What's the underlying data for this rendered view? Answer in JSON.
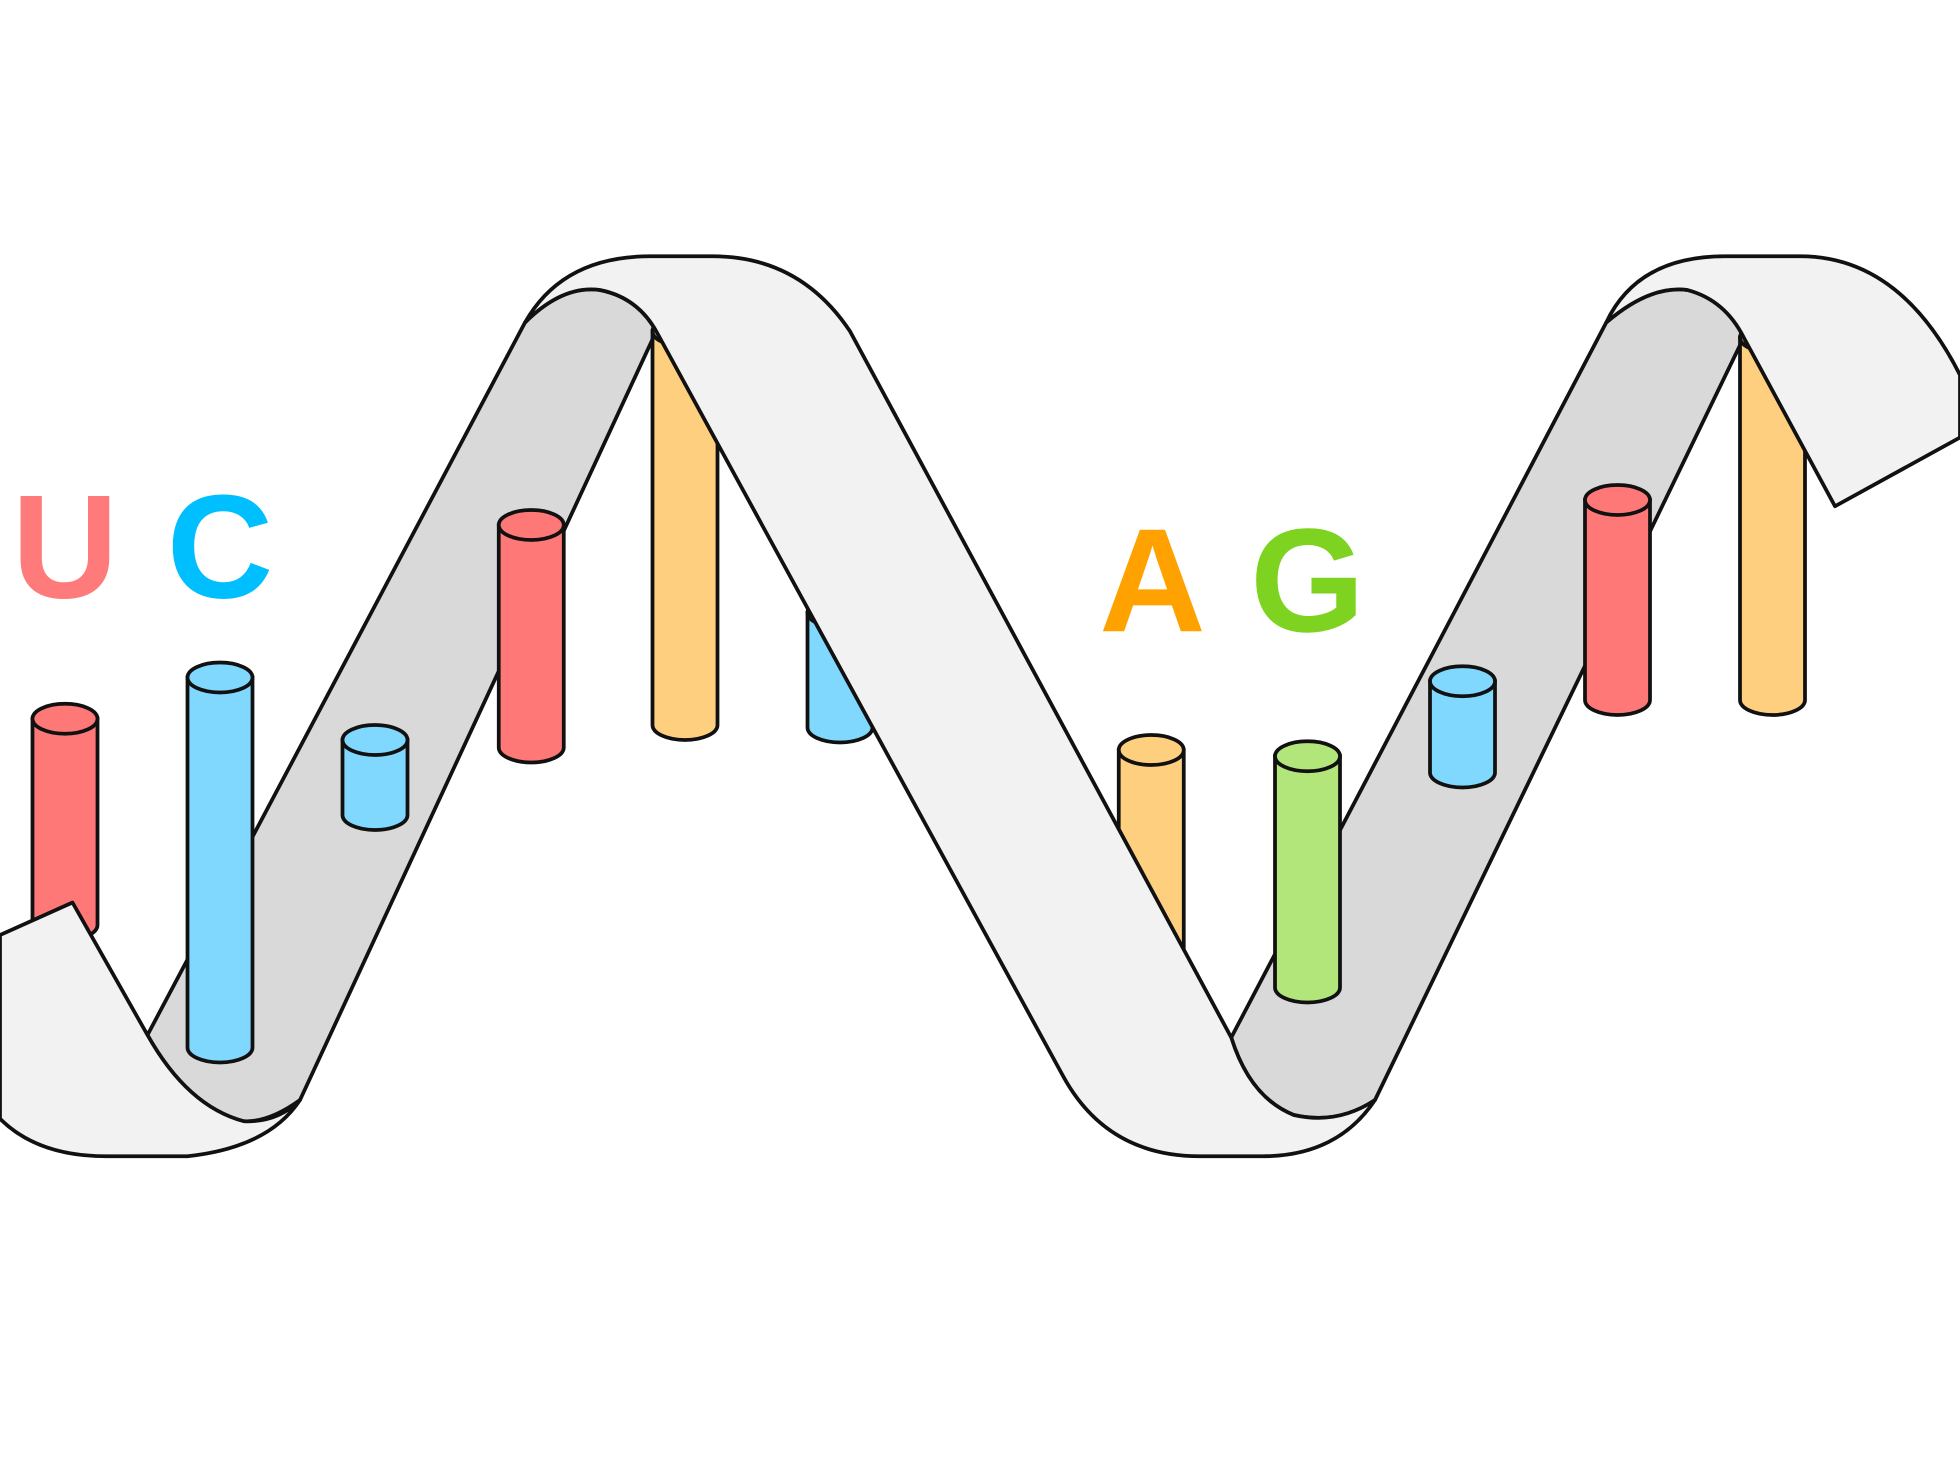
{
  "colors": {
    "background": "#ffffff",
    "ribbon_front": "#f2f2f2",
    "ribbon_back": "#d9d9d9",
    "outline": "#111111",
    "U": "#ff7878",
    "C": "#80d8ff",
    "A": "#ffcf80",
    "G": "#b3e67a"
  },
  "letters": [
    {
      "text": "U",
      "color": "#ff7b7b"
    },
    {
      "text": "C",
      "color": "#00bfff"
    },
    {
      "text": "A",
      "color": "#ffa200"
    },
    {
      "text": "G",
      "color": "#7ed321"
    }
  ]
}
